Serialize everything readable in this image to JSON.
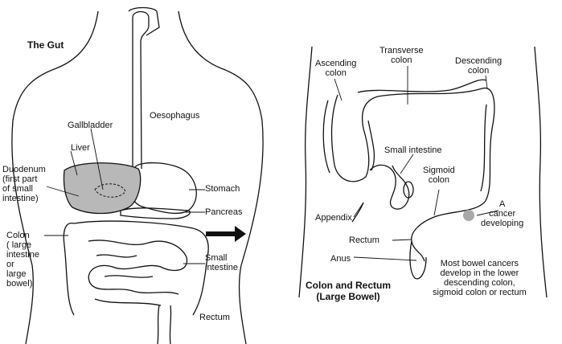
{
  "left_panel": {
    "title": "The Gut",
    "labels": {
      "oesophagus": "Oesophagus",
      "gallbladder": "Gallbladder",
      "liver": "Liver",
      "duodenum": "Duodenum\n(first part\nof small\nintestine)",
      "stomach": "Stomach",
      "pancreas": "Pancreas",
      "colon": "Colon\n( large\nintestine\nor\nlarge\nbowel)",
      "small_intestine": "Small\nintestine",
      "rectum": "Rectum"
    }
  },
  "right_panel": {
    "title": "Colon and Rectum\n(Large Bowel)",
    "labels": {
      "ascending_colon": "Ascending\ncolon",
      "transverse_colon": "Transverse\ncolon",
      "descending_colon": "Descending\ncolon",
      "small_intestine": "Small intestine",
      "sigmoid_colon": "Sigmoid\ncolon",
      "appendix": "Appendix",
      "cancer": "A\ncancer\ndeveloping",
      "rectum": "Rectum",
      "anus": "Anus",
      "note": "Most bowel cancers\ndevelop in the lower\ndescending colon,\nsigmoid colon or rectum"
    }
  },
  "colors": {
    "liver_fill": "#b8b8b8",
    "cancer_fill": "#a8a8a8",
    "outline": "#111111"
  }
}
